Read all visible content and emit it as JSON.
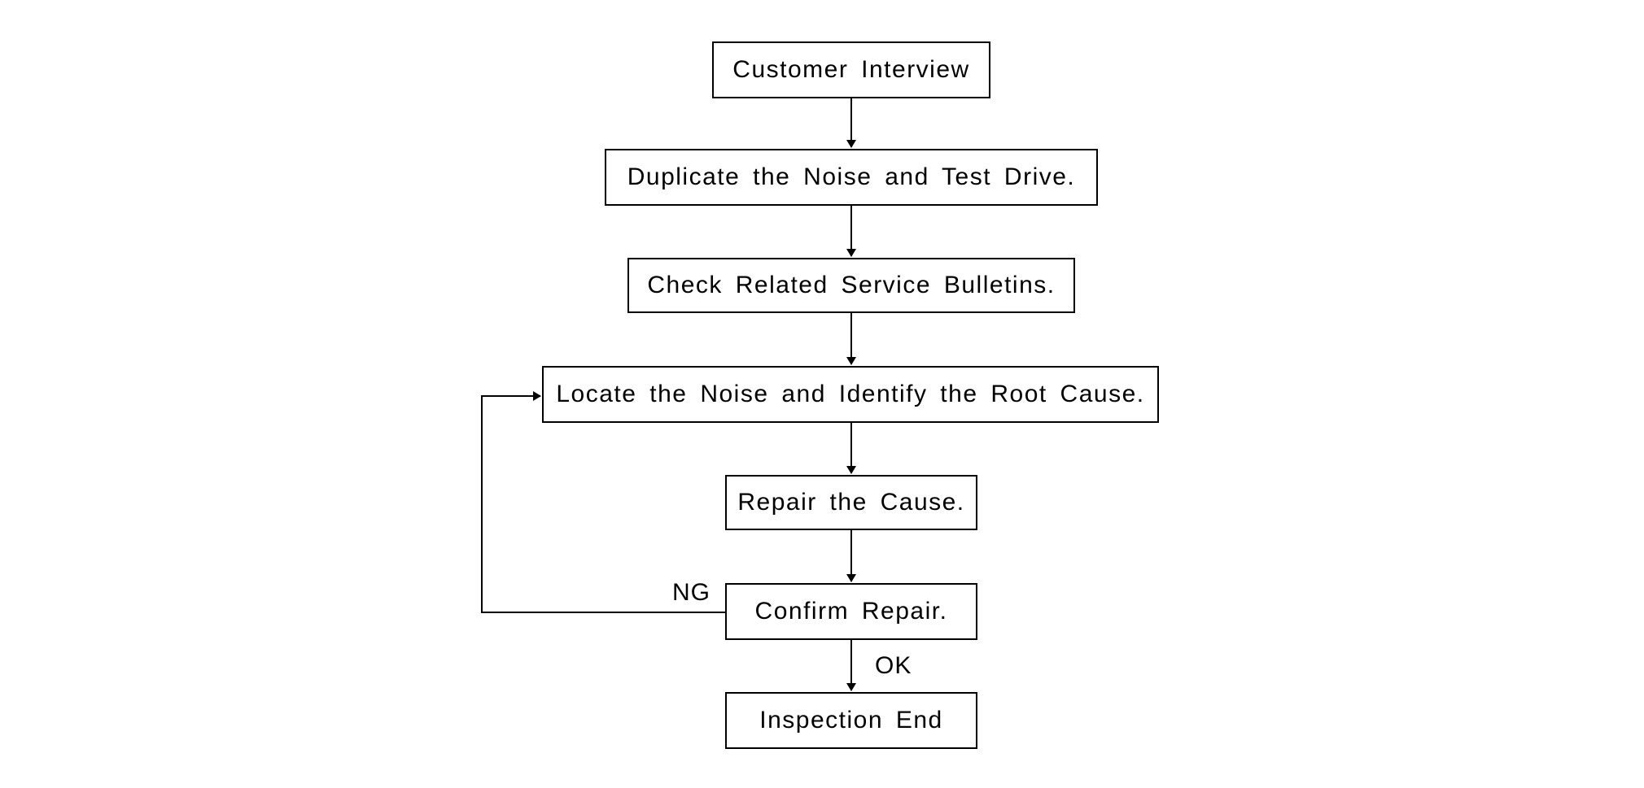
{
  "flowchart": {
    "steps": [
      "Customer Interview",
      "Duplicate the Noise and Test Drive.",
      "Check Related Service Bulletins.",
      "Locate the Noise and Identify the Root Cause.",
      "Repair the Cause.",
      "Confirm Repair.",
      "Inspection End"
    ],
    "branch_labels": {
      "fail": "NG",
      "pass": "OK"
    },
    "colors": {
      "stroke": "#000000",
      "background": "#ffffff"
    }
  }
}
